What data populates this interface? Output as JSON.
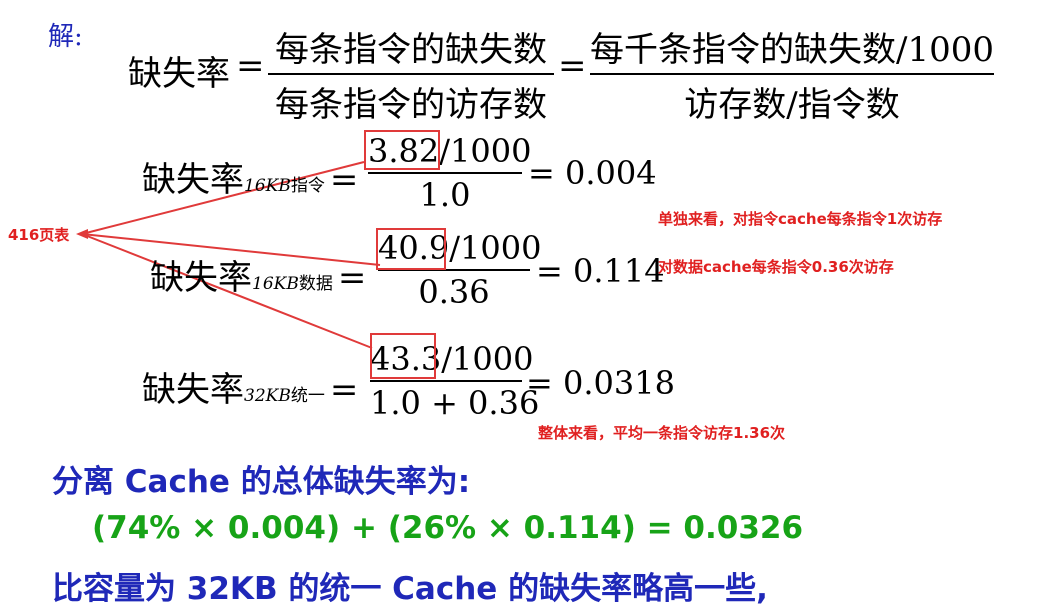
{
  "solution_label": "解:",
  "formula_main": {
    "lhs": "缺失率",
    "eq": "=",
    "frac1_num": "每条指令的缺失数",
    "frac1_den": "每条指令的访存数",
    "frac2_num": "每千条指令的缺失数/1000",
    "frac2_den": "访存数/指令数"
  },
  "row1": {
    "lhs": "缺失率",
    "sub_italic": "16KB",
    "sub_text": "指令",
    "eq": "=",
    "num_boxed": "3.82",
    "num_rest": "/1000",
    "den": "1.0",
    "result": "= 0.004"
  },
  "row2": {
    "lhs": "缺失率",
    "sub_italic": "16KB",
    "sub_text": "数据",
    "eq": "=",
    "num_boxed": "40.9",
    "num_rest": "/1000",
    "den": "0.36",
    "result": "= 0.114"
  },
  "row3": {
    "lhs": "缺失率",
    "sub_italic": "32KB",
    "sub_text": "统一",
    "eq": "=",
    "num_boxed": "43.3",
    "num_rest": "/1000",
    "den": "1.0 + 0.36",
    "result": "= 0.0318"
  },
  "source_label": "416页表",
  "notes": {
    "note1": "单独来看，对指令cache每条指令1次访存",
    "note2": "对数据cache每条指令0.36次访存",
    "note3": "整体来看，平均一条指令访存1.36次"
  },
  "summary": {
    "line1": "分离 Cache 的总体缺失率为:",
    "line2": "(74% × 0.004) + (26% × 0.114) = 0.0326",
    "line3": "比容量为 32KB 的统一 Cache 的缺失率略高一些,"
  },
  "colors": {
    "blue": "#1f28b8",
    "green": "#17a317",
    "red": "#e02020"
  }
}
